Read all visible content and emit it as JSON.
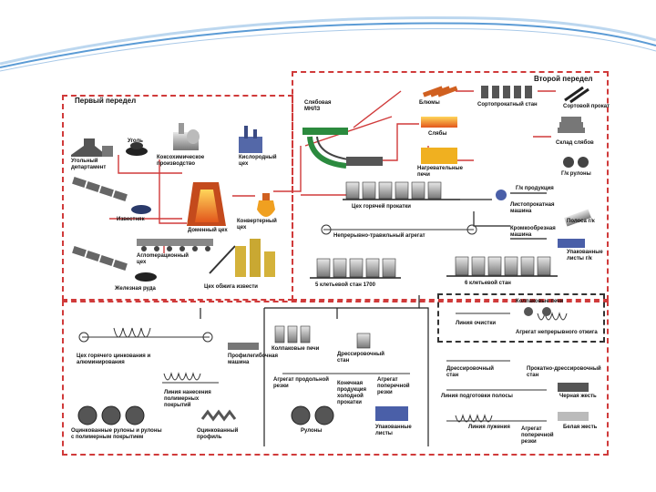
{
  "header": {
    "wave_color": "#5b9bd5",
    "wave_light": "#bcd7ef"
  },
  "sections": {
    "first_stage": "Первый передел",
    "second_stage": "Второй передел"
  },
  "labels": {
    "coal_dept": "Угольный\nдепартамент",
    "coal": "Уголь",
    "coke": "Коксохимическое\nпроизводство",
    "oxygen": "Кислородный\nцех",
    "limestone": "Известняк",
    "blast_furnace": "Доменный цех",
    "converter": "Конвертерный\nцех",
    "agglo": "Аглomeрационный\nцех",
    "iron_ore": "Железная руда",
    "lime": "Цех обжига извести",
    "caster": "Слябовая\nМНЛЗ",
    "billets": "Блюмы",
    "section_mill": "Сортопрокатный стан",
    "section_product": "Сортовой прокат",
    "slabs": "Слябы",
    "slab_store": "Склад слябов",
    "heating": "Нагревательные\nпечи",
    "hr_coils": "Г/к рулоны",
    "hot_rolling": "Цех горячей прокатки",
    "hr_product": "Г/к продукция",
    "sheet_mill": "Листопрокатная\nмашина",
    "cut_machine": "Кромкообрезная\nмашина",
    "hr_strip": "Полоса г/к",
    "hr_sheets": "Упакованные\nлисты г/к",
    "pickling": "Непрерывно-травильный агрегат",
    "mill1700": "5 клетьевой стан 1700",
    "mill5": "6 клетьевой стан",
    "galv": "Цех горячего цинкования и\nалюминирования",
    "profile": "Профилегибочная\nмашина",
    "coating": "Линия нанесения\nполимерных\nпокрытий",
    "galv_coils": "Оцинкованные рулоны и рулоны\nс полимерным покрытием",
    "galv_profile": "Оцинкованный\nпрофиль",
    "bell": "Колпаковые печи",
    "temper": "Дрессировочный\nстан",
    "long_cut": "Агрегат продольной\nрезки",
    "cross_cut": "Агрегат\nпоперечной\nрезки",
    "cold_product": "Конечная\nпродукция\nхолодной\nпрокатки",
    "coils": "Рулоны",
    "packed_sheets": "Упакованные\nлисты",
    "cleaning": "Линия очистки",
    "bell2": "Колпаковые печи",
    "cont_anneal": "Агрегат непрерывного отжига",
    "temper2": "Дрессировочный\nстан",
    "rolling_temper": "Прокатно-дрессировочный\nстан",
    "prep_line": "Линия подготовки полосы",
    "black_tin": "Черная жесть",
    "tinning": "Линия лужения",
    "cross_cut2": "Агрегат\nпоперечной\nрезки",
    "white_tin": "Белая жесть"
  }
}
